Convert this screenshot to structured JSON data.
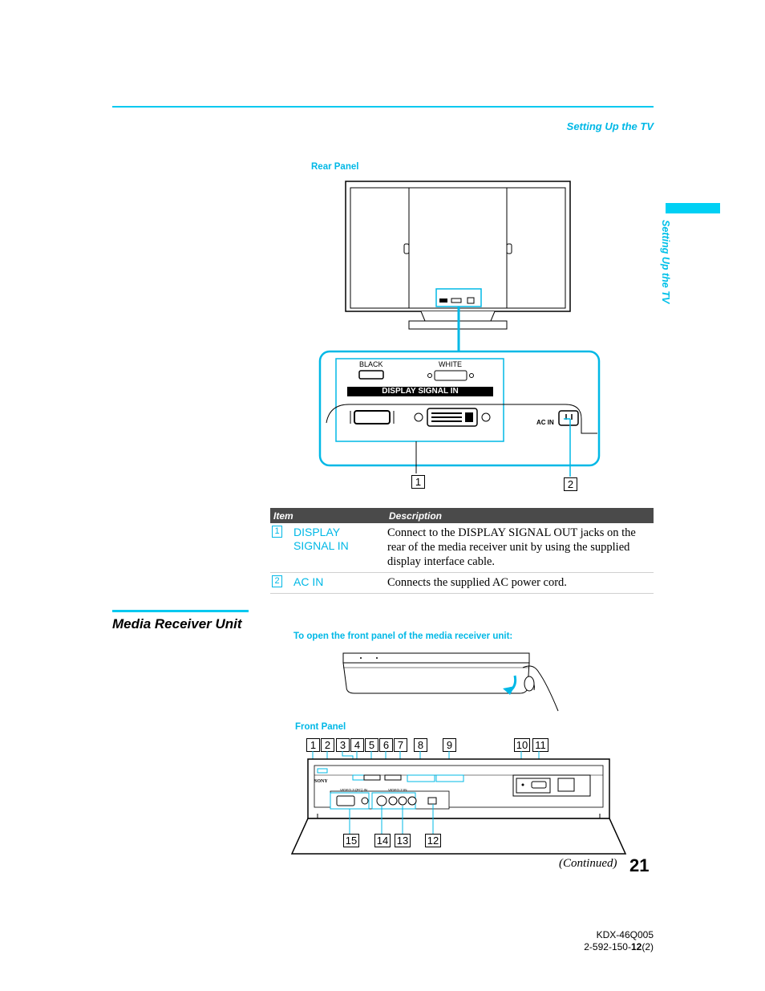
{
  "header": {
    "section_title": "Setting Up the TV",
    "side_tab": "Setting Up the TV"
  },
  "rear_panel": {
    "caption": "Rear Panel",
    "labels": {
      "black": "BLACK",
      "white": "WHITE",
      "display_signal_in": "DISPLAY SIGNAL IN",
      "ac_in": "AC IN"
    },
    "callouts": [
      "1",
      "2"
    ]
  },
  "table": {
    "headers": {
      "item": "Item",
      "description": "Description"
    },
    "rows": [
      {
        "num": "1",
        "name": "DISPLAY SIGNAL IN",
        "desc": "Connect to the DISPLAY SIGNAL OUT jacks on the rear of the media receiver unit by using the supplied display interface cable."
      },
      {
        "num": "2",
        "name": "AC IN",
        "desc": "Connects the supplied AC power cord."
      }
    ]
  },
  "media_receiver": {
    "heading": "Media Receiver Unit",
    "open_caption": "To open the front panel of the media receiver unit:",
    "front_caption": "Front Panel",
    "top_callouts": [
      "1",
      "2",
      "3",
      "4",
      "5",
      "6",
      "7",
      "8",
      "9",
      "10",
      "11"
    ],
    "bottom_callouts": [
      "15",
      "14",
      "13",
      "12"
    ],
    "panel_labels": {
      "brand": "SONY",
      "video3": "VIDEO 3 (PC) IN",
      "video2": "VIDEO 2 IN"
    }
  },
  "footer": {
    "continued": "(Continued)",
    "page_number": "21",
    "model": "KDX-46Q005",
    "code_prefix": "2-592-150-",
    "code_bold": "12",
    "code_suffix": "(2)"
  }
}
